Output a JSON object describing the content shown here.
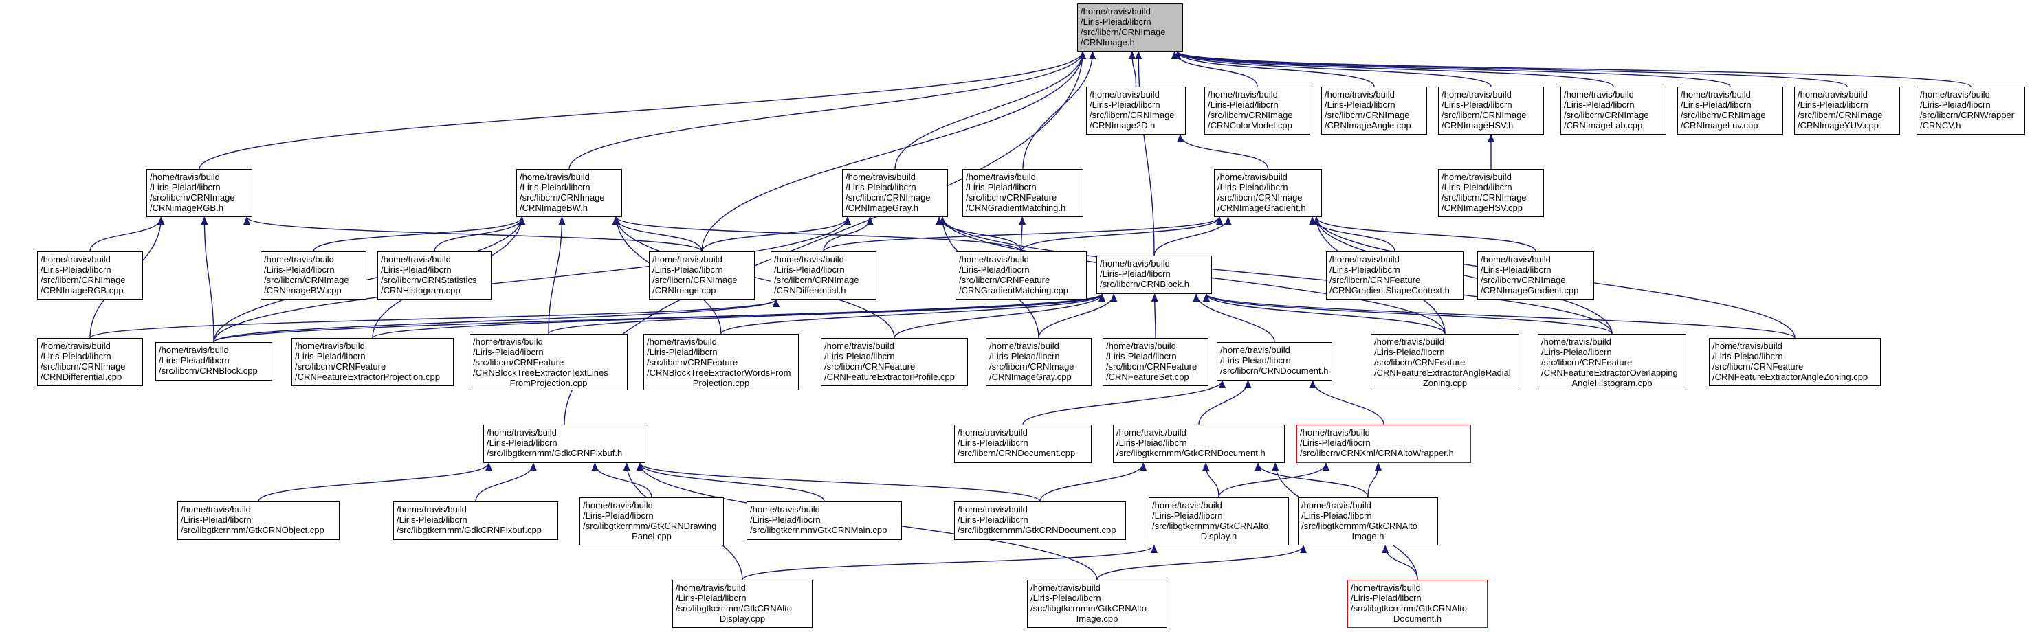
{
  "nodes": {
    "crnimage_h": [
      "/home/travis/build",
      "/Liris-Pleiad/libcrn",
      "/src/libcrn/CRNImage",
      "/CRNImage.h"
    ],
    "crnimage2d_h": [
      "/home/travis/build",
      "/Liris-Pleiad/libcrn",
      "/src/libcrn/CRNImage",
      "/CRNImage2D.h"
    ],
    "colormodel_cpp": [
      "/home/travis/build",
      "/Liris-Pleiad/libcrn",
      "/src/libcrn/CRNImage",
      "/CRNColorModel.cpp"
    ],
    "imageangle_cpp": [
      "/home/travis/build",
      "/Liris-Pleiad/libcrn",
      "/src/libcrn/CRNImage",
      "/CRNImageAngle.cpp"
    ],
    "imagehsv_h": [
      "/home/travis/build",
      "/Liris-Pleiad/libcrn",
      "/src/libcrn/CRNImage",
      "/CRNImageHSV.h"
    ],
    "imagelab_cpp": [
      "/home/travis/build",
      "/Liris-Pleiad/libcrn",
      "/src/libcrn/CRNImage",
      "/CRNImageLab.cpp"
    ],
    "imageluv_cpp": [
      "/home/travis/build",
      "/Liris-Pleiad/libcrn",
      "/src/libcrn/CRNImage",
      "/CRNImageLuv.cpp"
    ],
    "imageyuv_cpp": [
      "/home/travis/build",
      "/Liris-Pleiad/libcrn",
      "/src/libcrn/CRNImage",
      "/CRNImageYUV.cpp"
    ],
    "crncv_h": [
      "/home/travis/build",
      "/Liris-Pleiad/libcrn",
      "/src/libcrn/CRNWrapper",
      "/CRNCV.h"
    ],
    "imagergb_h": [
      "/home/travis/build",
      "/Liris-Pleiad/libcrn",
      "/src/libcrn/CRNImage",
      "/CRNImageRGB.h"
    ],
    "imagebw_h": [
      "/home/travis/build",
      "/Liris-Pleiad/libcrn",
      "/src/libcrn/CRNImage",
      "/CRNImageBW.h"
    ],
    "imagegray_h": [
      "/home/travis/build",
      "/Liris-Pleiad/libcrn",
      "/src/libcrn/CRNImage",
      "/CRNImageGray.h"
    ],
    "gradmatching_h": [
      "/home/travis/build",
      "/Liris-Pleiad/libcrn",
      "/src/libcrn/CRNFeature",
      "/CRNGradientMatching.h"
    ],
    "imagegradient_h": [
      "/home/travis/build",
      "/Liris-Pleiad/libcrn",
      "/src/libcrn/CRNImage",
      "/CRNImageGradient.h"
    ],
    "imagehsv_cpp": [
      "/home/travis/build",
      "/Liris-Pleiad/libcrn",
      "/src/libcrn/CRNImage",
      "/CRNImageHSV.cpp"
    ],
    "imagergb_cpp": [
      "/home/travis/build",
      "/Liris-Pleiad/libcrn",
      "/src/libcrn/CRNImage",
      "/CRNImageRGB.cpp"
    ],
    "imagebw_cpp": [
      "/home/travis/build",
      "/Liris-Pleiad/libcrn",
      "/src/libcrn/CRNImage",
      "/CRNImageBW.cpp"
    ],
    "histogram_cpp": [
      "/home/travis/build",
      "/Liris-Pleiad/libcrn",
      "/src/libcrn/CRNStatistics",
      "/CRNHistogram.cpp"
    ],
    "crnimage_cpp": [
      "/home/travis/build",
      "/Liris-Pleiad/libcrn",
      "/src/libcrn/CRNImage",
      "/CRNImage.cpp"
    ],
    "differential_h": [
      "/home/travis/build",
      "/Liris-Pleiad/libcrn",
      "/src/libcrn/CRNImage",
      "/CRNDifferential.h"
    ],
    "gradmatching_cpp": [
      "/home/travis/build",
      "/Liris-Pleiad/libcrn",
      "/src/libcrn/CRNFeature",
      "/CRNGradientMatching.cpp"
    ],
    "crnblock_h": [
      "/home/travis/build",
      "/Liris-Pleiad/libcrn",
      "/src/libcrn/CRNBlock.h"
    ],
    "gradshapecontext_h": [
      "/home/travis/build",
      "/Liris-Pleiad/libcrn",
      "/src/libcrn/CRNFeature",
      "/CRNGradientShapeContext.h"
    ],
    "imagegradient_cpp": [
      "/home/travis/build",
      "/Liris-Pleiad/libcrn",
      "/src/libcrn/CRNImage",
      "/CRNImageGradient.cpp"
    ],
    "differential_cpp": [
      "/home/travis/build",
      "/Liris-Pleiad/libcrn",
      "/src/libcrn/CRNImage",
      "/CRNDifferential.cpp"
    ],
    "crnblock_cpp": [
      "/home/travis/build",
      "/Liris-Pleiad/libcrn",
      "/src/libcrn/CRNBlock.cpp"
    ],
    "fe_projection_cpp": [
      "/home/travis/build",
      "/Liris-Pleiad/libcrn",
      "/src/libcrn/CRNFeature",
      "/CRNFeatureExtractorProjection.cpp"
    ],
    "bte_textlines_cpp": [
      "/home/travis/build",
      "/Liris-Pleiad/libcrn",
      "/src/libcrn/CRNFeature",
      "/CRNBlockTreeExtractorTextLines",
      "FromProjection.cpp"
    ],
    "bte_words_cpp": [
      "/home/travis/build",
      "/Liris-Pleiad/libcrn",
      "/src/libcrn/CRNFeature",
      "/CRNBlockTreeExtractorWordsFrom",
      "Projection.cpp"
    ],
    "fe_profile_cpp": [
      "/home/travis/build",
      "/Liris-Pleiad/libcrn",
      "/src/libcrn/CRNFeature",
      "/CRNFeatureExtractorProfile.cpp"
    ],
    "imagegray_cpp": [
      "/home/travis/build",
      "/Liris-Pleiad/libcrn",
      "/src/libcrn/CRNImage",
      "/CRNImageGray.cpp"
    ],
    "featureset_cpp": [
      "/home/travis/build",
      "/Liris-Pleiad/libcrn",
      "/src/libcrn/CRNFeature",
      "/CRNFeatureSet.cpp"
    ],
    "crndocument_h": [
      "/home/travis/build",
      "/Liris-Pleiad/libcrn",
      "/src/libcrn/CRNDocument.h"
    ],
    "fe_angleradial_cpp": [
      "/home/travis/build",
      "/Liris-Pleiad/libcrn",
      "/src/libcrn/CRNFeature",
      "/CRNFeatureExtractorAngleRadial",
      "Zoning.cpp"
    ],
    "fe_overlapping_cpp": [
      "/home/travis/build",
      "/Liris-Pleiad/libcrn",
      "/src/libcrn/CRNFeature",
      "/CRNFeatureExtractorOverlapping",
      "AngleHistogram.cpp"
    ],
    "fe_anglezoning_cpp": [
      "/home/travis/build",
      "/Liris-Pleiad/libcrn",
      "/src/libcrn/CRNFeature",
      "/CRNFeatureExtractorAngleZoning.cpp"
    ],
    "gdkcrnpixbuf_h": [
      "/home/travis/build",
      "/Liris-Pleiad/libcrn",
      "/src/libgtkcrnmm/GdkCRNPixbuf.h"
    ],
    "crndocument_cpp": [
      "/home/travis/build",
      "/Liris-Pleiad/libcrn",
      "/src/libcrn/CRNDocument.cpp"
    ],
    "gtkcrndocument_h": [
      "/home/travis/build",
      "/Liris-Pleiad/libcrn",
      "/src/libgtkcrnmm/GtkCRNDocument.h"
    ],
    "altowrapper_h": [
      "/home/travis/build",
      "/Liris-Pleiad/libcrn",
      "/src/libcrn/CRNXml/CRNAltoWrapper.h"
    ],
    "gtkcrnobject_cpp": [
      "/home/travis/build",
      "/Liris-Pleiad/libcrn",
      "/src/libgtkcrnmm/GtkCRNObject.cpp"
    ],
    "gdkcrnpixbuf_cpp": [
      "/home/travis/build",
      "/Liris-Pleiad/libcrn",
      "/src/libgtkcrnmm/GdkCRNPixbuf.cpp"
    ],
    "gtkcrndrawing_cpp": [
      "/home/travis/build",
      "/Liris-Pleiad/libcrn",
      "/src/libgtkcrnmm/GtkCRNDrawing",
      "Panel.cpp"
    ],
    "gtkcrnmain_cpp": [
      "/home/travis/build",
      "/Liris-Pleiad/libcrn",
      "/src/libgtkcrnmm/GtkCRNMain.cpp"
    ],
    "gtkcrndocument_cpp": [
      "/home/travis/build",
      "/Liris-Pleiad/libcrn",
      "/src/libgtkcrnmm/GtkCRNDocument.cpp"
    ],
    "gtkaltodisplay_h": [
      "/home/travis/build",
      "/Liris-Pleiad/libcrn",
      "/src/libgtkcrnmm/GtkCRNAlto",
      "Display.h"
    ],
    "gtkaltoimage_h": [
      "/home/travis/build",
      "/Liris-Pleiad/libcrn",
      "/src/libgtkcrnmm/GtkCRNAlto",
      "Image.h"
    ],
    "gtkaltodisplay_cpp": [
      "/home/travis/build",
      "/Liris-Pleiad/libcrn",
      "/src/libgtkcrnmm/GtkCRNAlto",
      "Display.cpp"
    ],
    "gtkaltoimage_cpp": [
      "/home/travis/build",
      "/Liris-Pleiad/libcrn",
      "/src/libgtkcrnmm/GtkCRNAlto",
      "Image.cpp"
    ],
    "gtkaltodocument_h": [
      "/home/travis/build",
      "/Liris-Pleiad/libcrn",
      "/src/libgtkcrnmm/GtkCRNAlto",
      "Document.h"
    ]
  },
  "colors": {
    "edge": "#191970",
    "node_border": "#000000",
    "root_fill": "#bfbfbf",
    "highlight_border": "#e00000"
  },
  "edges": [
    [
      "crnimage2d_h",
      "crnimage_h"
    ],
    [
      "colormodel_cpp",
      "crnimage_h"
    ],
    [
      "imageangle_cpp",
      "crnimage_h"
    ],
    [
      "imagehsv_h",
      "crnimage_h"
    ],
    [
      "imagelab_cpp",
      "crnimage_h"
    ],
    [
      "imageluv_cpp",
      "crnimage_h"
    ],
    [
      "imageyuv_cpp",
      "crnimage_h"
    ],
    [
      "crncv_h",
      "crnimage_h"
    ],
    [
      "imagergb_h",
      "crnimage_h"
    ],
    [
      "imagebw_h",
      "crnimage_h"
    ],
    [
      "imagegray_h",
      "crnimage_h"
    ],
    [
      "gradmatching_h",
      "crnimage_h"
    ],
    [
      "crnimage_cpp",
      "crnimage_h"
    ],
    [
      "crnblock_h",
      "crnimage_h"
    ],
    [
      "gdkcrnpixbuf_h",
      "crnimage_h"
    ],
    [
      "imagegradient_h",
      "crnimage2d_h"
    ],
    [
      "imagehsv_cpp",
      "imagehsv_h"
    ],
    [
      "imagergb_cpp",
      "imagergb_h"
    ],
    [
      "crnblock_cpp",
      "imagergb_h"
    ],
    [
      "differential_cpp",
      "imagergb_h"
    ],
    [
      "crnimage_cpp",
      "imagergb_h"
    ],
    [
      "imagebw_cpp",
      "imagebw_h"
    ],
    [
      "histogram_cpp",
      "imagebw_h"
    ],
    [
      "crnimage_cpp",
      "imagebw_h"
    ],
    [
      "crnblock_cpp",
      "imagebw_h"
    ],
    [
      "fe_projection_cpp",
      "imagebw_h"
    ],
    [
      "bte_textlines_cpp",
      "imagebw_h"
    ],
    [
      "bte_words_cpp",
      "imagebw_h"
    ],
    [
      "fe_profile_cpp",
      "imagebw_h"
    ],
    [
      "gradmatching_cpp",
      "imagebw_h"
    ],
    [
      "differential_h",
      "imagegray_h"
    ],
    [
      "crnimage_cpp",
      "imagegray_h"
    ],
    [
      "gradmatching_cpp",
      "imagegray_h"
    ],
    [
      "imagegray_cpp",
      "imagegray_h"
    ],
    [
      "crnblock_cpp",
      "imagegray_h"
    ],
    [
      "fe_angleradial_cpp",
      "imagegray_h"
    ],
    [
      "fe_overlapping_cpp",
      "imagegray_h"
    ],
    [
      "gradmatching_cpp",
      "gradmatching_h"
    ],
    [
      "differential_h",
      "imagegradient_h"
    ],
    [
      "crnblock_h",
      "imagegradient_h"
    ],
    [
      "gradshapecontext_h",
      "imagegradient_h"
    ],
    [
      "imagegradient_cpp",
      "imagegradient_h"
    ],
    [
      "gradmatching_cpp",
      "imagegradient_h"
    ],
    [
      "fe_angleradial_cpp",
      "imagegradient_h"
    ],
    [
      "fe_overlapping_cpp",
      "imagegradient_h"
    ],
    [
      "fe_anglezoning_cpp",
      "imagegradient_h"
    ],
    [
      "differential_cpp",
      "differential_h"
    ],
    [
      "crnblock_cpp",
      "differential_h"
    ],
    [
      "crnblock_cpp",
      "crnblock_h"
    ],
    [
      "fe_projection_cpp",
      "crnblock_h"
    ],
    [
      "bte_textlines_cpp",
      "crnblock_h"
    ],
    [
      "bte_words_cpp",
      "crnblock_h"
    ],
    [
      "fe_profile_cpp",
      "crnblock_h"
    ],
    [
      "imagegray_cpp",
      "crnblock_h"
    ],
    [
      "featureset_cpp",
      "crnblock_h"
    ],
    [
      "crndocument_h",
      "crnblock_h"
    ],
    [
      "fe_angleradial_cpp",
      "crnblock_h"
    ],
    [
      "fe_overlapping_cpp",
      "crnblock_h"
    ],
    [
      "fe_anglezoning_cpp",
      "crnblock_h"
    ],
    [
      "crndocument_cpp",
      "crndocument_h"
    ],
    [
      "gtkcrndocument_h",
      "crndocument_h"
    ],
    [
      "altowrapper_h",
      "crndocument_h"
    ],
    [
      "gtkcrnobject_cpp",
      "gdkcrnpixbuf_h"
    ],
    [
      "gdkcrnpixbuf_cpp",
      "gdkcrnpixbuf_h"
    ],
    [
      "gtkcrndrawing_cpp",
      "gdkcrnpixbuf_h"
    ],
    [
      "gtkcrnmain_cpp",
      "gdkcrnpixbuf_h"
    ],
    [
      "gtkcrndocument_cpp",
      "gdkcrnpixbuf_h"
    ],
    [
      "gtkaltodisplay_cpp",
      "gdkcrnpixbuf_h"
    ],
    [
      "gtkaltoimage_cpp",
      "gdkcrnpixbuf_h"
    ],
    [
      "gtkcrndocument_cpp",
      "gtkcrndocument_h"
    ],
    [
      "gtkaltodisplay_h",
      "gtkcrndocument_h"
    ],
    [
      "gtkaltoimage_h",
      "gtkcrndocument_h"
    ],
    [
      "gtkaltodocument_h",
      "gtkcrndocument_h"
    ],
    [
      "gtkaltodisplay_h",
      "altowrapper_h"
    ],
    [
      "gtkaltoimage_h",
      "altowrapper_h"
    ],
    [
      "gtkaltodisplay_cpp",
      "gtkaltodisplay_h"
    ],
    [
      "gtkaltoimage_cpp",
      "gtkaltoimage_h"
    ],
    [
      "gtkaltodocument_h",
      "gtkaltoimage_h"
    ]
  ]
}
